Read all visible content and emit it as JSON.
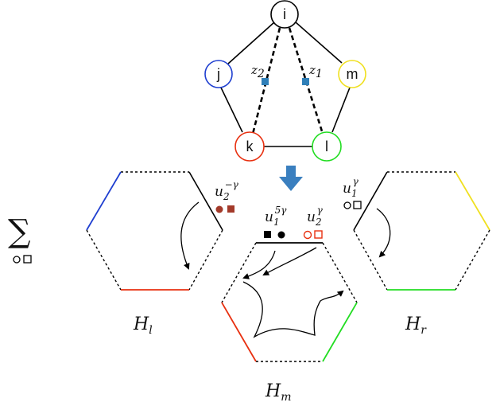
{
  "graph": {
    "nodes": {
      "i": {
        "label": "i",
        "color": "#000000"
      },
      "j": {
        "label": "j",
        "color": "#1f3fd0"
      },
      "m": {
        "label": "m",
        "color": "#f0e020"
      },
      "k": {
        "label": "k",
        "color": "#e83010"
      },
      "l": {
        "label": "l",
        "color": "#22dd22"
      }
    },
    "insertions": {
      "z2": {
        "base": "z",
        "sub": "2"
      },
      "z1": {
        "base": "z",
        "sub": "1"
      }
    },
    "marker_color": "#2f7fb8",
    "arrow_color": "#3a7fbf"
  },
  "sum": {
    "symbol": "∑"
  },
  "hexagons": {
    "left": {
      "label_base": "H",
      "label_sub": "l",
      "weight_base": "u",
      "weight_sub": "2",
      "weight_sup": "−γ",
      "mark_color": "#a33a2a"
    },
    "middle": {
      "label_base": "H",
      "label_sub": "m",
      "weight_a": {
        "base": "u",
        "sub": "1",
        "sup": "5γ"
      },
      "weight_b": {
        "base": "u",
        "sub": "2",
        "sup": "γ"
      },
      "mark_color_b": "#e83010"
    },
    "right": {
      "label_base": "H",
      "label_sub": "r",
      "weight_base": "u",
      "weight_sub": "1",
      "weight_sup": "γ"
    }
  },
  "edge_colors": {
    "blue": "#1f3fd0",
    "red": "#e83010",
    "green": "#22dd22",
    "yellow": "#f0e020"
  }
}
